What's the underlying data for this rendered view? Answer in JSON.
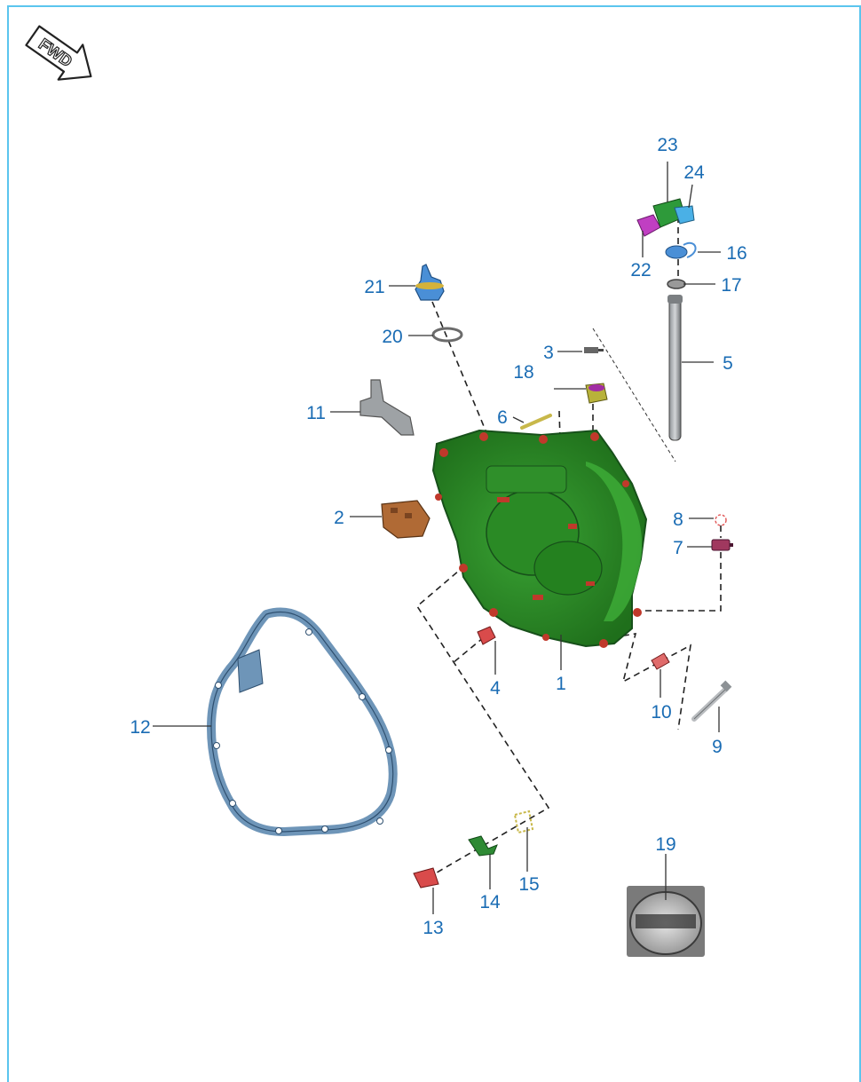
{
  "fwd_label": "FWD",
  "callouts": {
    "c1": "1",
    "c2": "2",
    "c3": "3",
    "c4": "4",
    "c5": "5",
    "c6": "6",
    "c7": "7",
    "c8": "8",
    "c9": "9",
    "c10": "10",
    "c11": "11",
    "c12": "12",
    "c13": "13",
    "c14": "14",
    "c15": "15",
    "c16": "16",
    "c17": "17",
    "c18": "18",
    "c19": "19",
    "c20": "20",
    "c21": "21",
    "c22": "22",
    "c23": "23",
    "c24": "24"
  },
  "colors": {
    "border": "#5bc5ee",
    "callout_text": "#1a6cb4",
    "cover_green": "#2f8f2a",
    "cover_red_accents": "#c0392b",
    "gasket_blue": "#6e95b8"
  }
}
